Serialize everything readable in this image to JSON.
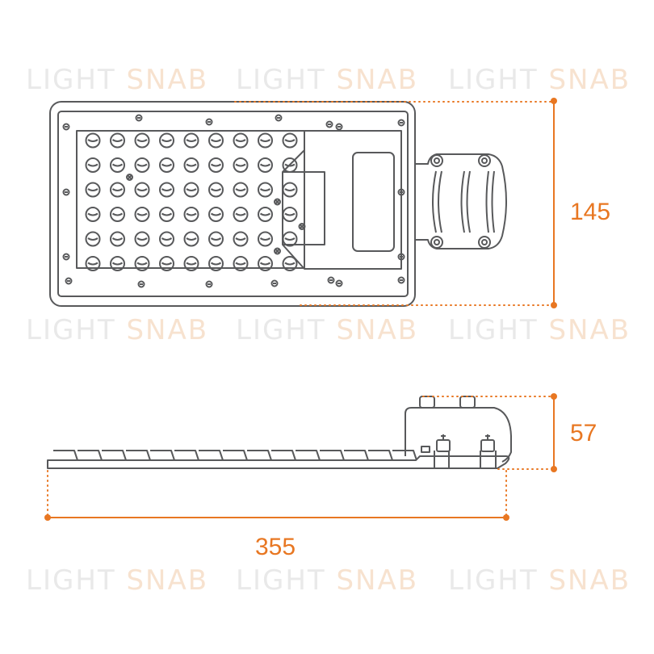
{
  "colors": {
    "outline": "#58595b",
    "accent": "#e87722",
    "watermark_gray": "#e9e9e9",
    "watermark_orange": "#f7e2cf"
  },
  "watermark": {
    "word1": "LIGHT",
    "word2": "SNAB",
    "grid_rows": 3,
    "grid_cols": 3
  },
  "dimensions": {
    "height_top_view": "145",
    "height_side_view": "57",
    "length": "355"
  },
  "led_grid": {
    "rows": 6,
    "cols": 9
  }
}
